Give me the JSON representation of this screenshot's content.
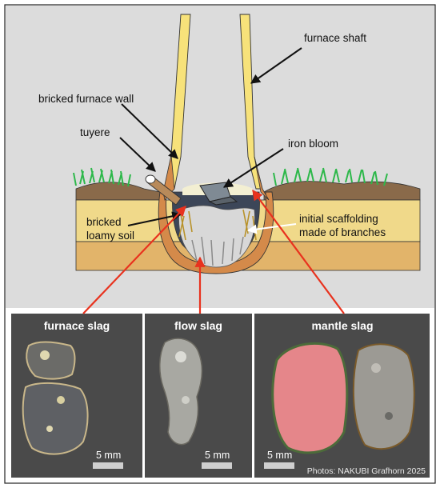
{
  "diagram": {
    "labels": {
      "furnace_shaft": "furnace shaft",
      "bricked_furnace_wall": "bricked furnace wall",
      "tuyere": "tuyere",
      "iron_bloom": "iron bloom",
      "bricked_loamy_soil_line1": "bricked",
      "bricked_loamy_soil_line2": "loamy soil",
      "initial_scaffolding_line1": "initial scaffolding",
      "initial_scaffolding_line2": "made of branches"
    },
    "colors": {
      "background": "#dcdcdc",
      "shaft": "#f7e27a",
      "wall": "#d48a4a",
      "soil_top": "#8a6a4a",
      "soil_mid": "#f0d98a",
      "soil_bottom": "#e2b46a",
      "slag": "#d8d8d8",
      "bloom": "#7f8a94",
      "grass": "#2db84a",
      "pointer_red": "#e8321e"
    }
  },
  "photos": {
    "panels": [
      {
        "title": "furnace slag",
        "scale": "5 mm"
      },
      {
        "title": "flow slag",
        "scale": "5 mm"
      },
      {
        "title": "mantle slag",
        "scale": "5 mm"
      }
    ],
    "credit": "Photos: NAKUBI Grafhorn 2025",
    "background": "#4a4a4a"
  }
}
